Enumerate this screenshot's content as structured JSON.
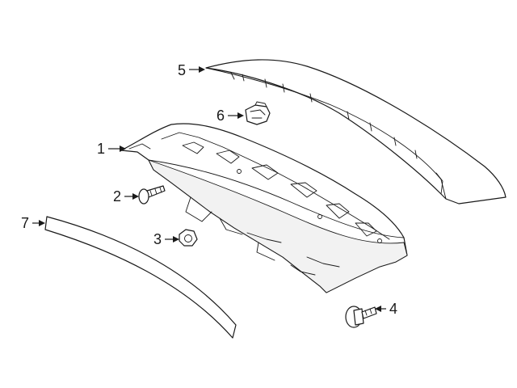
{
  "diagram": {
    "colors": {
      "line": "#1a1a1a",
      "background": "#ffffff"
    },
    "callouts": [
      {
        "id": "1",
        "label": "1"
      },
      {
        "id": "2",
        "label": "2"
      },
      {
        "id": "3",
        "label": "3"
      },
      {
        "id": "4",
        "label": "4"
      },
      {
        "id": "5",
        "label": "5"
      },
      {
        "id": "6",
        "label": "6"
      },
      {
        "id": "7",
        "label": "7"
      }
    ]
  }
}
